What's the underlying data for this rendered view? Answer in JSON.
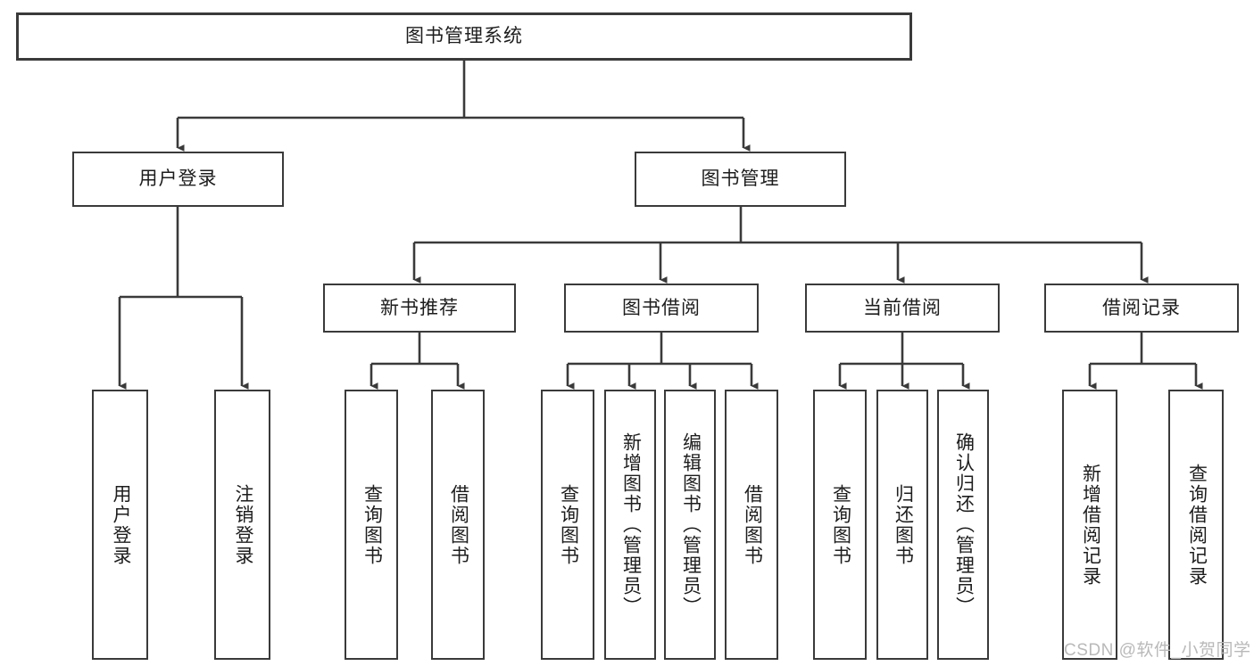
{
  "diagram": {
    "title": "图书管理系统",
    "type": "tree-hierarchy-chart",
    "orientation": "top-down",
    "colors": {
      "box_border": "#3a3a3a",
      "box_fill": "#ffffff",
      "connector": "#3a3a3a",
      "text": "#1d1d1d",
      "watermark": "#b9b9b9",
      "background": "#ffffff"
    },
    "root": {
      "label": "图书管理系统"
    },
    "level2": [
      {
        "label": "用户登录"
      },
      {
        "label": "图书管理"
      }
    ],
    "level3": [
      {
        "label": "新书推荐"
      },
      {
        "label": "图书借阅"
      },
      {
        "label": "当前借阅"
      },
      {
        "label": "借阅记录"
      }
    ],
    "leaves": [
      {
        "label": "用户登录",
        "parent": "用户登录"
      },
      {
        "label": "注销登录",
        "parent": "用户登录"
      },
      {
        "label": "查询图书",
        "parent": "新书推荐"
      },
      {
        "label": "借阅图书",
        "parent": "新书推荐"
      },
      {
        "label": "查询图书",
        "parent": "图书借阅"
      },
      {
        "label": "新增图书（管理员）",
        "parent": "图书借阅"
      },
      {
        "label": "编辑图书（管理员）",
        "parent": "图书借阅"
      },
      {
        "label": "借阅图书",
        "parent": "图书借阅"
      },
      {
        "label": "查询图书",
        "parent": "当前借阅"
      },
      {
        "label": "归还图书",
        "parent": "当前借阅"
      },
      {
        "label": "确认归还（管理员）",
        "parent": "当前借阅"
      },
      {
        "label": "新增借阅记录",
        "parent": "借阅记录"
      },
      {
        "label": "查询借阅记录",
        "parent": "借阅记录"
      }
    ],
    "watermark": "CSDN @软件_小贺同学"
  }
}
